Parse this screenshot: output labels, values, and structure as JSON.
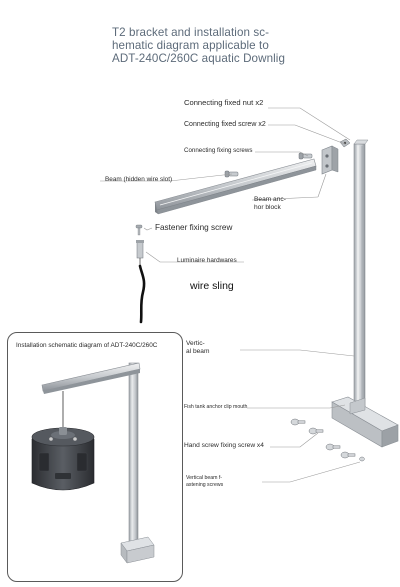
{
  "title": {
    "line1": "T2 bracket and installation sc-",
    "line2": "hematic diagram applicable to",
    "line3": "ADT-240C/260C aquatic Downlig"
  },
  "labels": {
    "connecting_nut": "Connecting fixed nut x2",
    "connecting_screw": "Connecting fixed screw x2",
    "connecting_fixing": "Connecting fixing screws",
    "beam": "Beam (hidden wire slot)",
    "beam_anchor_1": "Beam anc-",
    "beam_anchor_2": "hor block",
    "fastener": "Fastener fixing screw",
    "luminaire": "Luminaire hardwares",
    "wire_sling": "wire sling",
    "inset_title": "Installation schematic diagram of ADT-240C/260C",
    "vertical_1": "Vertic-",
    "vertical_2": "al beam",
    "fish_tank": "Fish tank anchor clip mouth",
    "hand_screw": "Hand screw fixing screw x4",
    "vbeam_screw_1": "Vertical beam f-",
    "vbeam_screw_2": "astening screws"
  },
  "colors": {
    "metal": "#c9ccd0",
    "metal_dark": "#8e949a",
    "leader": "#9a9a9a",
    "lamp": "#3c3f44"
  }
}
